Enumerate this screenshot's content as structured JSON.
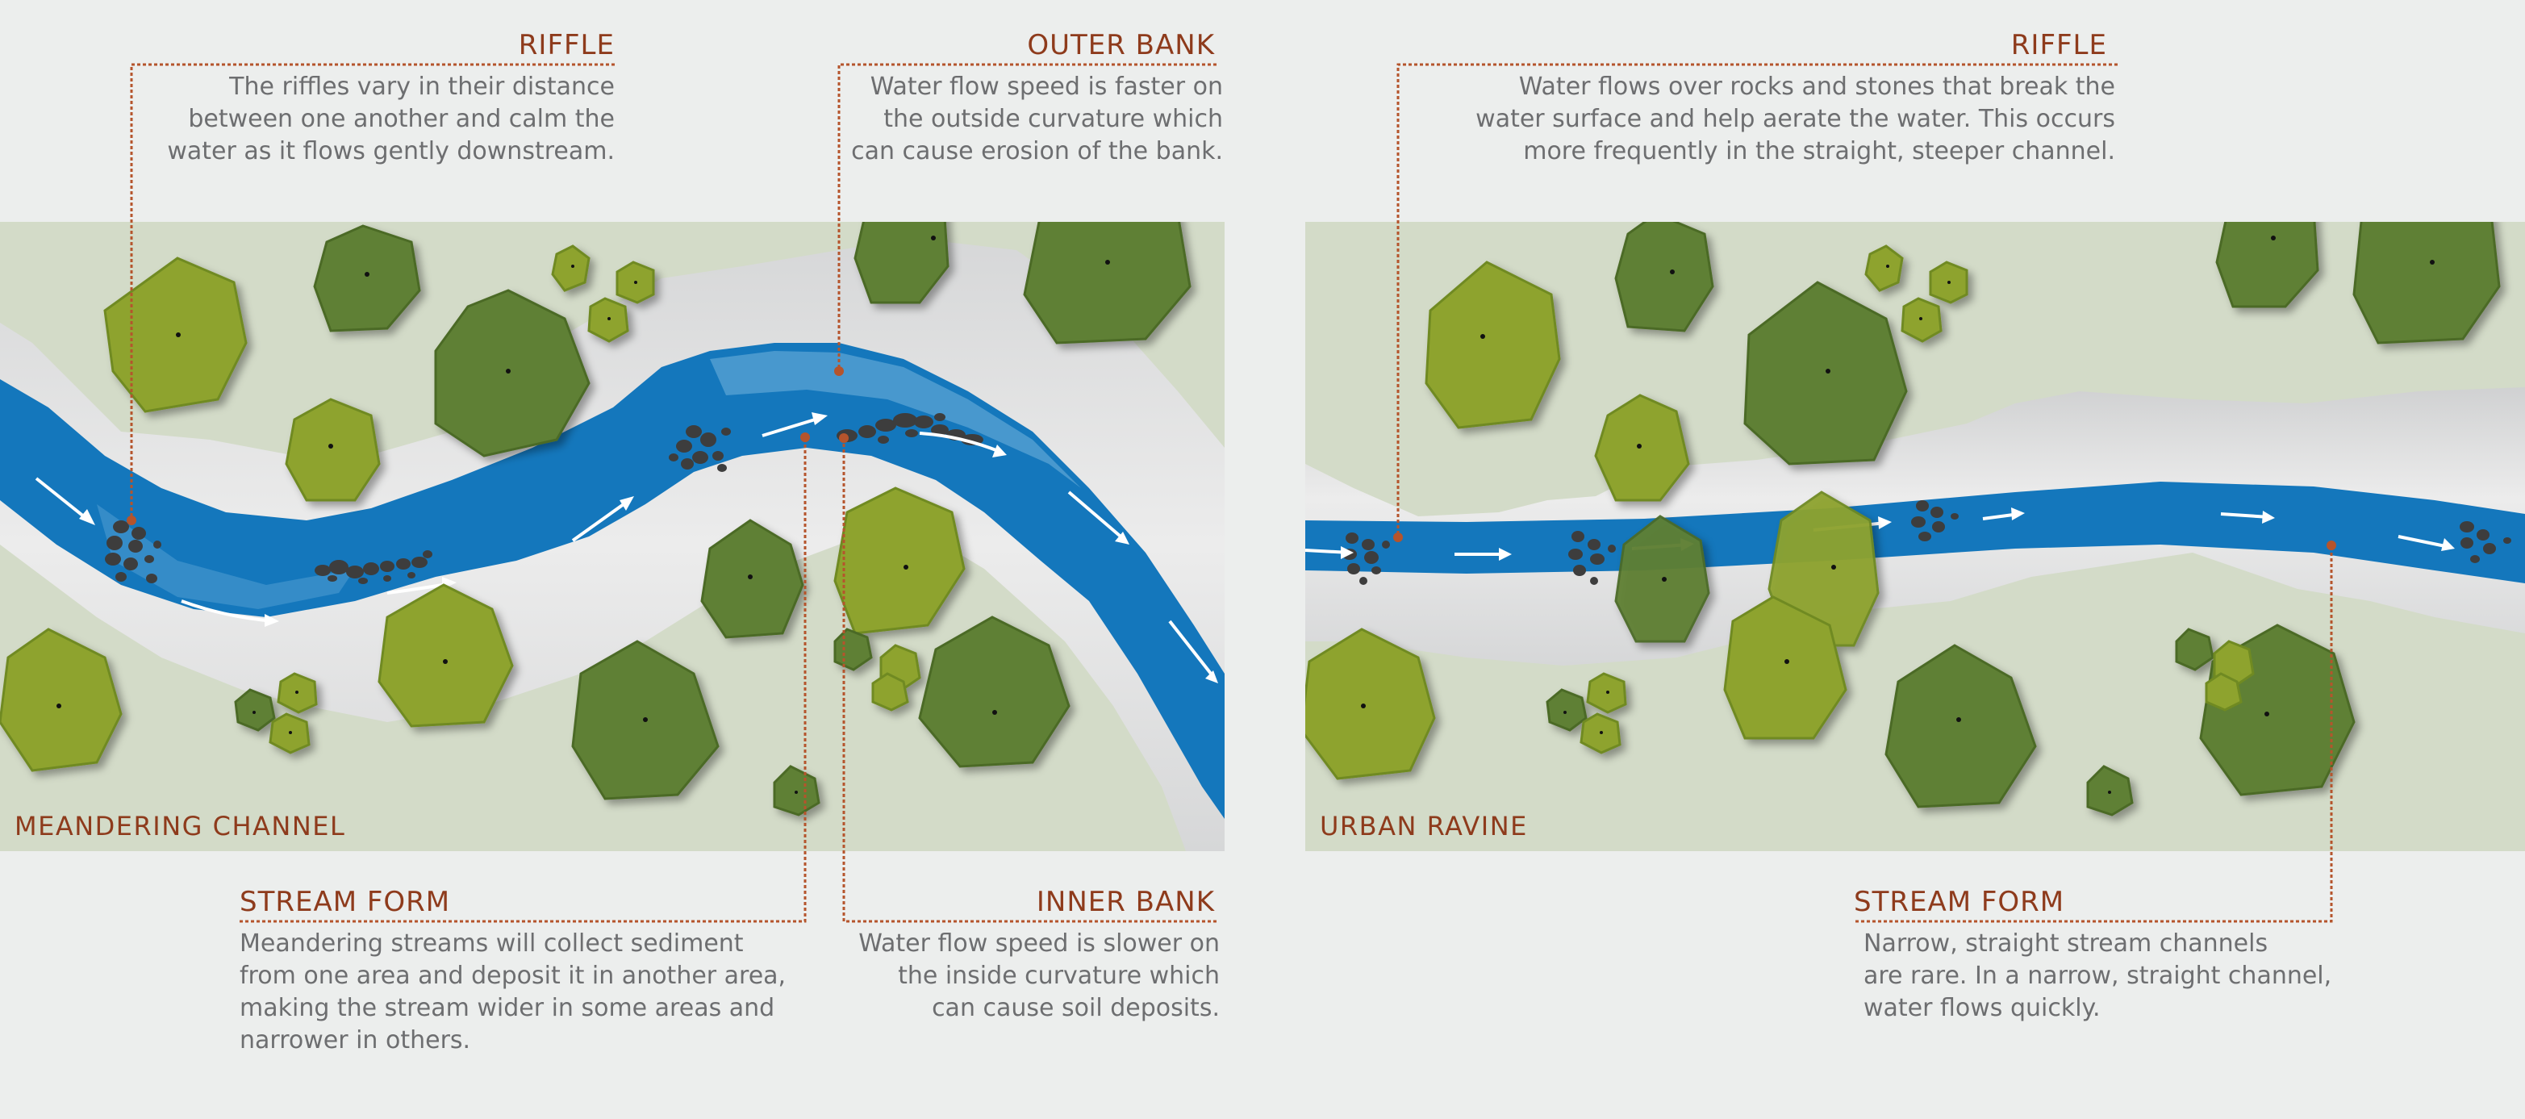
{
  "colors": {
    "background": "#eceeed",
    "land": "#d3dbc8",
    "floodplain": "#e6e7e7",
    "water": "#1477bc",
    "water_light": "#5ea6d6",
    "tree_light": "#8ea32f",
    "tree_dark": "#5f8034",
    "rock": "#3d3d3d",
    "accent": "#8e3b1c",
    "body_text": "#6d6e70"
  },
  "panels": [
    {
      "label": "MEANDERING CHANNEL",
      "callouts": {
        "riffle": {
          "title": "RIFFLE",
          "lines": [
            "The riffles vary in their distance",
            "between one another and calm the",
            "water as it flows gently downstream."
          ]
        },
        "outer_bank": {
          "title": "OUTER BANK",
          "lines": [
            "Water flow speed is faster on",
            "the outside curvature which",
            "can cause erosion of the bank."
          ]
        },
        "stream_form": {
          "title": "STREAM FORM",
          "lines": [
            "Meandering streams will collect sediment",
            "from one area and deposit it in another area,",
            "making the stream wider in some areas and",
            "narrower in others."
          ]
        },
        "inner_bank": {
          "title": "INNER BANK",
          "lines": [
            "Water flow speed is slower on",
            "the inside curvature which",
            "can cause soil deposits."
          ]
        }
      }
    },
    {
      "label": "URBAN RAVINE",
      "callouts": {
        "riffle": {
          "title": "RIFFLE",
          "lines": [
            "Water flows over rocks and stones that break the",
            "water surface and help aerate the water. This occurs",
            "more frequently in the straight, steeper channel."
          ]
        },
        "stream_form": {
          "title": "STREAM FORM",
          "lines": [
            "Narrow, straight stream channels",
            "are rare. In a narrow, straight channel,",
            "water flows quickly."
          ]
        }
      }
    }
  ]
}
